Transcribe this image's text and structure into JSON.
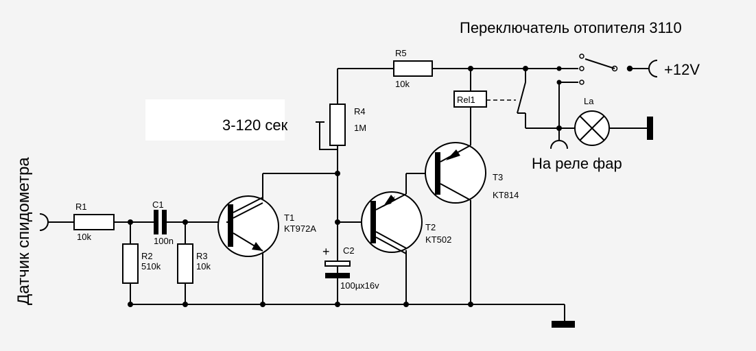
{
  "title": "Переключатель отопителя 3110",
  "speedometer_label": "Датчик спидометра",
  "delay_label": "3-120 сек",
  "supply_label": "+12V",
  "headlight_relay_label": "На реле фар",
  "components": {
    "R1": {
      "ref": "R1",
      "value": "10k"
    },
    "R2": {
      "ref": "R2",
      "value": "510k"
    },
    "R3": {
      "ref": "R3",
      "value": "10k"
    },
    "R4": {
      "ref": "R4",
      "value": "1M"
    },
    "R5": {
      "ref": "R5",
      "value": "10k"
    },
    "C1": {
      "ref": "C1",
      "value": "100n"
    },
    "C2": {
      "ref": "C2",
      "value": "100µx16v",
      "polarity": "+"
    },
    "T1": {
      "ref": "T1",
      "value": "KT972A"
    },
    "T2": {
      "ref": "T2",
      "value": "KT502"
    },
    "T3": {
      "ref": "T3",
      "value": "KT814"
    },
    "Rel1": {
      "ref": "Rel1"
    },
    "La": {
      "ref": "La"
    }
  }
}
